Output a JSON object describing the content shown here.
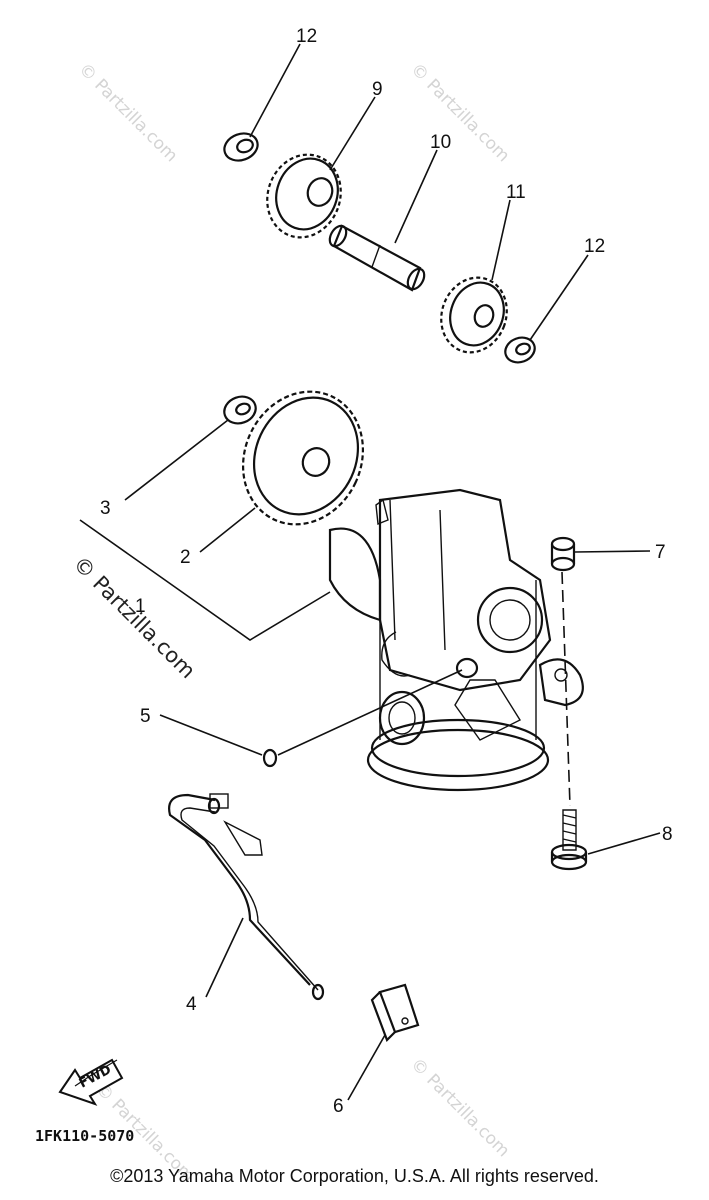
{
  "watermark": "© Partzilla.com",
  "diagram_code": "1FK110-5070",
  "copyright": "©2013 Yamaha Motor Corporation, U.S.A. All rights reserved.",
  "fwd_label": "FWD",
  "callouts": {
    "c1": "1",
    "c2": "2",
    "c3": "3",
    "c4": "4",
    "c5": "5",
    "c6": "6",
    "c7": "7",
    "c8": "8",
    "c9": "9",
    "c10": "10",
    "c11": "11",
    "c12a": "12",
    "c12b": "12"
  }
}
